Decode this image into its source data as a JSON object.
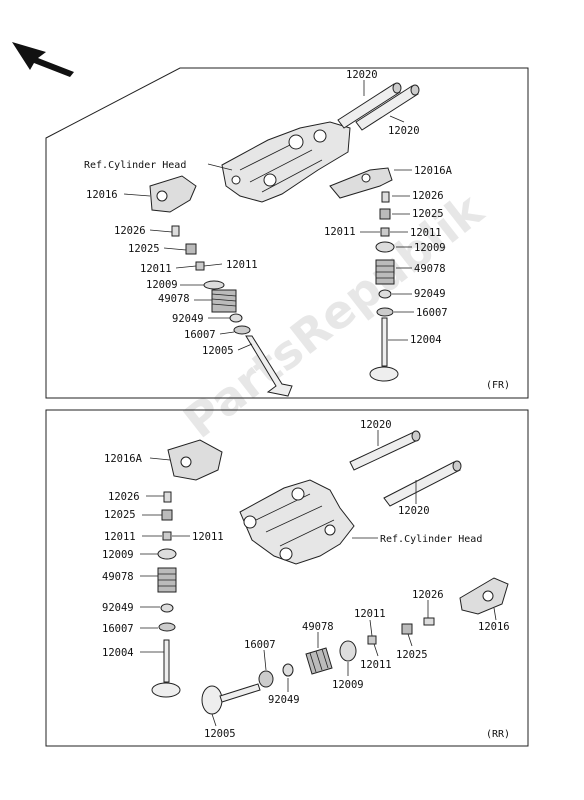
{
  "watermark": "PartsRepublik",
  "top_panel": {
    "corner_label": "(FR)",
    "ref_label": "Ref.Cylinder Head",
    "labels": {
      "shaft_a": "12020",
      "shaft_b": "12020",
      "arm_right": "12016A",
      "arm_left": "12016",
      "adj_left": "12026",
      "nut_left": "12025",
      "cot_left_a": "12011",
      "cot_left_b": "12011",
      "ret_left": "12009",
      "spring_left": "49078",
      "seat_left": "92049",
      "seal_left": "16007",
      "valve_left": "12005",
      "adj_right": "12026",
      "nut_right": "12025",
      "cot_right": "12011",
      "cot_right_b": "12011",
      "ret_right": "12009",
      "spring_right": "49078",
      "seat_right": "92049",
      "seal_right": "16007",
      "valve_right": "12004"
    }
  },
  "bottom_panel": {
    "corner_label": "(RR)",
    "ref_label": "Ref.Cylinder Head",
    "labels": {
      "shaft_a": "12020",
      "shaft_b": "12020",
      "arm_left": "12016A",
      "adj_left": "12026",
      "nut_left": "12025",
      "cot_left_a": "12011",
      "cot_left_b": "12011",
      "ret_left": "12009",
      "spring_left": "49078",
      "seat_left": "92049",
      "seal_left": "16007",
      "valve_left": "12004",
      "valve_bottom": "12005",
      "seal_bottom": "16007",
      "seat_bottom": "92049",
      "spring_bottom": "49078",
      "ret_bottom": "12009",
      "cot_bottom_a": "12011",
      "cot_bottom_b": "12011",
      "nut_bottom": "12025",
      "adj_bottom": "12026",
      "arm_bottom": "12016"
    }
  }
}
